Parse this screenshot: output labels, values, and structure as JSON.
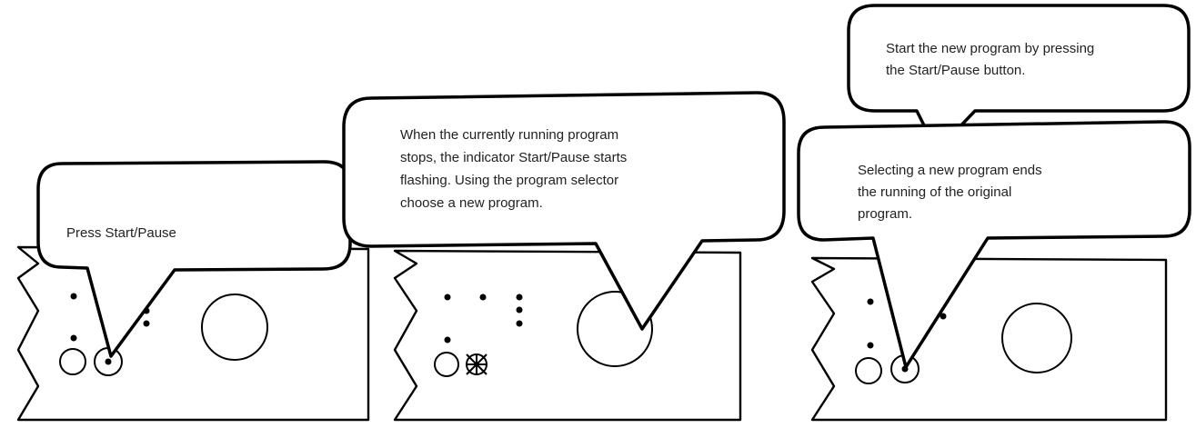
{
  "steps": [
    {
      "bubbles": [
        {
          "lines": [
            "Press Start/Pause"
          ]
        }
      ],
      "highlighted_control": "start-pause-button"
    },
    {
      "bubbles": [
        {
          "lines": [
            "When the currently running program",
            "stops, the indicator Start/Pause starts",
            "flashing. Using the program selector",
            "choose a new program."
          ]
        }
      ],
      "highlighted_control": "program-selector-knob",
      "start_pause_indicator": "flashing"
    },
    {
      "bubbles": [
        {
          "lines": [
            "Start the new program by pressing",
            "the Start/Pause button."
          ]
        },
        {
          "lines": [
            "Selecting a new program ends",
            "the running of the original",
            "program."
          ]
        }
      ],
      "highlighted_control": "start-pause-button"
    }
  ],
  "colors": {
    "line": "#000000",
    "text": "#222222",
    "background": "#ffffff"
  }
}
